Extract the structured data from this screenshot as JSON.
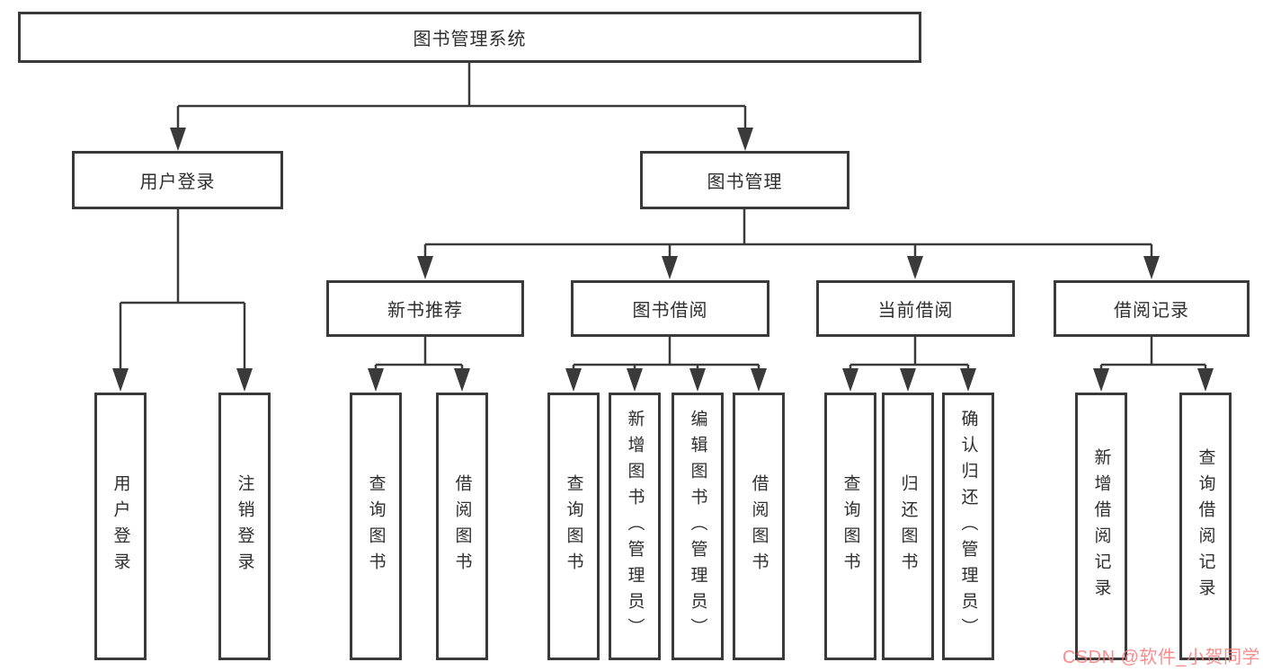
{
  "diagram": {
    "line_color": "#3a3a3a",
    "text_color": "#2f2f2f",
    "root": {
      "label": "图书管理系统",
      "children": [
        {
          "label": "用户登录",
          "children": [
            {
              "label": "用户登录"
            },
            {
              "label": "注销登录"
            }
          ]
        },
        {
          "label": "图书管理",
          "children": [
            {
              "label": "新书推荐",
              "children": [
                {
                  "label": "查询图书"
                },
                {
                  "label": "借阅图书"
                }
              ]
            },
            {
              "label": "图书借阅",
              "children": [
                {
                  "label": "查询图书"
                },
                {
                  "label": "新增图书（管理员）"
                },
                {
                  "label": "编辑图书（管理员）"
                },
                {
                  "label": "借阅图书"
                }
              ]
            },
            {
              "label": "当前借阅",
              "children": [
                {
                  "label": "查询图书"
                },
                {
                  "label": "归还图书"
                },
                {
                  "label": "确认归还（管理员）"
                }
              ]
            },
            {
              "label": "借阅记录",
              "children": [
                {
                  "label": "新增借阅记录"
                },
                {
                  "label": "查询借阅记录"
                }
              ]
            }
          ]
        }
      ]
    }
  },
  "watermark": {
    "text": "CSDN @软件_小贺同学",
    "color": "#fc7878"
  }
}
